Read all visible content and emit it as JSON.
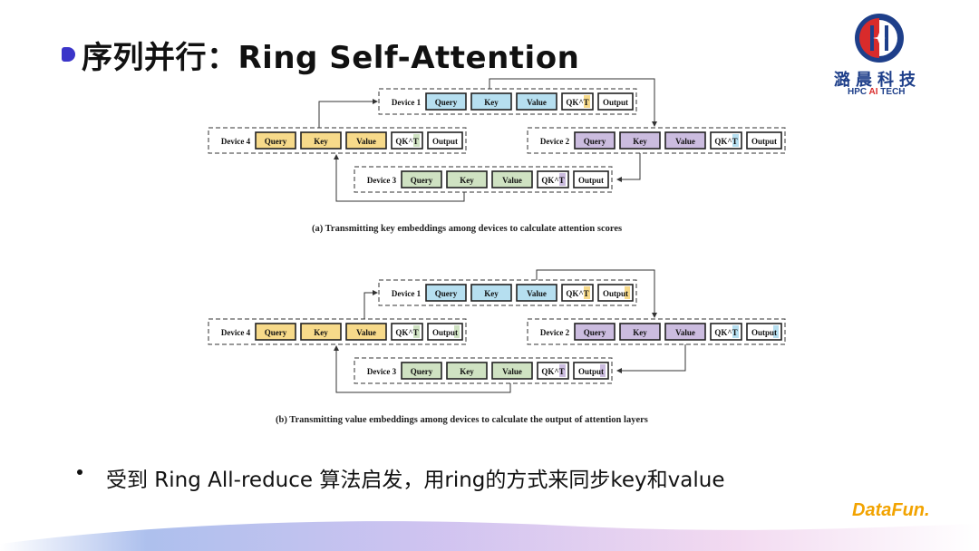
{
  "header": {
    "title": "序列并行：Ring Self-Attention"
  },
  "logo": {
    "cn": "潞晨科技",
    "en_prefix": "HPC ",
    "en_ai": "AI",
    "en_suffix": " TECH",
    "colors": {
      "blue": "#1e3f8a",
      "red": "#d92b2b"
    }
  },
  "diagram": {
    "device_labels": [
      "Device 1",
      "Device 2",
      "Device 3",
      "Device 4"
    ],
    "block_labels": [
      "Query",
      "Key",
      "Value",
      "QK^T",
      "Output"
    ],
    "device_colors": {
      "1": "#b6dff0",
      "2": "#cbbcdf",
      "3": "#cfe2c2",
      "4": "#f7da8a"
    },
    "caption_a": "(a) Transmitting key embeddings among devices to calculate attention scores",
    "caption_b": "(b) Transmitting value embeddings among devices to calculate the output of attention layers"
  },
  "bullet": {
    "text": "受到 Ring All-reduce 算法启发，用ring的方式来同步key和value"
  },
  "footer": {
    "brand": "DataFun."
  }
}
